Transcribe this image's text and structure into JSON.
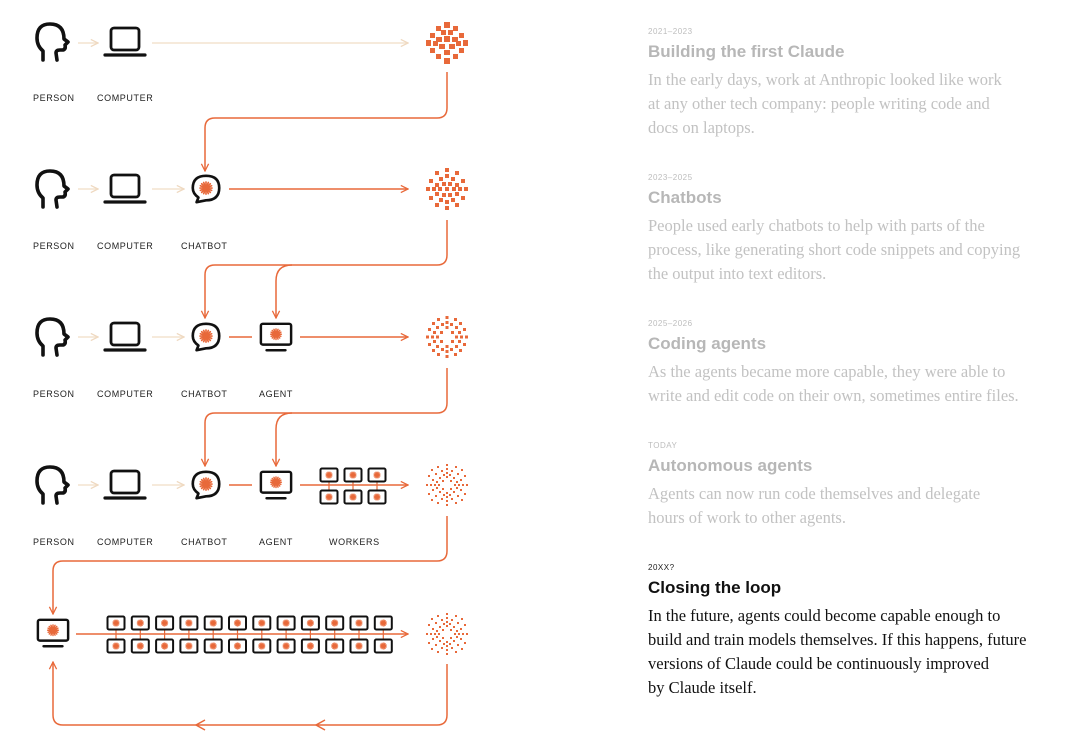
{
  "diagram": {
    "labels": {
      "person": "PERSON",
      "computer": "COMPUTER",
      "chatbot": "CHATBOT",
      "agent": "AGENT",
      "workers": "WORKERS"
    },
    "icons": [
      "head-profile-icon",
      "laptop-icon",
      "chat-bubble-icon",
      "monitor-agent-icon",
      "worker-box-icon",
      "claude-spark-icon"
    ],
    "colors": {
      "accent": "#e8693a",
      "faint_arrow": "#f3e3cf",
      "ink": "#111111"
    },
    "rows": [
      {
        "stage": "Building the first Claude",
        "nodes": [
          "person",
          "computer"
        ]
      },
      {
        "stage": "Chatbots",
        "nodes": [
          "person",
          "computer",
          "chatbot"
        ]
      },
      {
        "stage": "Coding agents",
        "nodes": [
          "person",
          "computer",
          "chatbot",
          "agent"
        ]
      },
      {
        "stage": "Autonomous agents",
        "nodes": [
          "person",
          "computer",
          "chatbot",
          "agent",
          "workers"
        ]
      },
      {
        "stage": "Closing the loop",
        "nodes": [
          "agent",
          "workers"
        ]
      }
    ]
  },
  "timeline": [
    {
      "period": "2021–2023",
      "title": "Building the first Claude",
      "lines": [
        "In the early days, work at Anthropic looked like work",
        "at any other tech company: people writing code and",
        "docs on laptops."
      ]
    },
    {
      "period": "2023–2025",
      "title": "Chatbots",
      "lines": [
        "People used early chatbots to help with parts of the",
        "process, like generating short code snippets and copying",
        "the output into text editors."
      ]
    },
    {
      "period": "2025–2026",
      "title": "Coding agents",
      "lines": [
        "As the agents became more capable, they were able to",
        "write and edit code on their own, sometimes entire files."
      ]
    },
    {
      "period": "TODAY",
      "title": "Autonomous agents",
      "lines": [
        "Agents can now run code themselves and delegate",
        "hours of work to other agents."
      ]
    },
    {
      "period": "20XX?",
      "title": "Closing the loop",
      "lines": [
        "In the future, agents could become capable enough to",
        "build and train models themselves. If this happens, future",
        "versions of Claude could be continuously improved",
        "by Claude itself."
      ]
    }
  ]
}
